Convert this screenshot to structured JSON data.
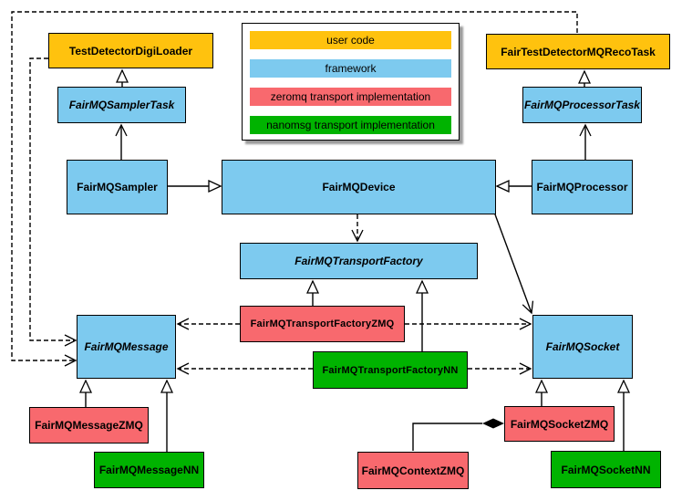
{
  "diagram_type": "uml-class-diagram",
  "palette": {
    "user_code": "#FFC20E",
    "framework": "#7DCAEF",
    "zeromq": "#F8696E",
    "nanomsg": "#00B300",
    "line": "#000000",
    "background": "#FFFFFF"
  },
  "legend": {
    "items": [
      {
        "label": "user code",
        "color": "#FFC20E",
        "category": "user-code"
      },
      {
        "label": "framework",
        "color": "#7DCAEF",
        "category": "framework"
      },
      {
        "label": "zeromq transport implementation",
        "color": "#F8696E",
        "category": "zeromq"
      },
      {
        "label": "nanomsg transport implementation",
        "color": "#00B300",
        "category": "nanomsg"
      }
    ]
  },
  "nodes": [
    {
      "id": "TestDetectorDigiLoader",
      "label": "TestDetectorDigiLoader",
      "category": "user-code",
      "abstract": false
    },
    {
      "id": "FairTestDetectorMQRecoTask",
      "label": "FairTestDetectorMQRecoTask",
      "category": "user-code",
      "abstract": false
    },
    {
      "id": "FairMQSamplerTask",
      "label": "FairMQSamplerTask",
      "category": "framework",
      "abstract": true
    },
    {
      "id": "FairMQProcessorTask",
      "label": "FairMQProcessorTask",
      "category": "framework",
      "abstract": true
    },
    {
      "id": "FairMQSampler",
      "label": "FairMQSampler",
      "category": "framework",
      "abstract": false
    },
    {
      "id": "FairMQDevice",
      "label": "FairMQDevice",
      "category": "framework",
      "abstract": false
    },
    {
      "id": "FairMQProcessor",
      "label": "FairMQProcessor",
      "category": "framework",
      "abstract": false
    },
    {
      "id": "FairMQTransportFactory",
      "label": "FairMQTransportFactory",
      "category": "framework",
      "abstract": true
    },
    {
      "id": "FairMQTransportFactoryZMQ",
      "label": "FairMQTransportFactoryZMQ",
      "category": "zeromq",
      "abstract": false
    },
    {
      "id": "FairMQTransportFactoryNN",
      "label": "FairMQTransportFactoryNN",
      "category": "nanomsg",
      "abstract": false
    },
    {
      "id": "FairMQMessage",
      "label": "FairMQMessage",
      "category": "framework",
      "abstract": true
    },
    {
      "id": "FairMQSocket",
      "label": "FairMQSocket",
      "category": "framework",
      "abstract": true
    },
    {
      "id": "FairMQMessageZMQ",
      "label": "FairMQMessageZMQ",
      "category": "zeromq",
      "abstract": false
    },
    {
      "id": "FairMQMessageNN",
      "label": "FairMQMessageNN",
      "category": "nanomsg",
      "abstract": false
    },
    {
      "id": "FairMQContextZMQ",
      "label": "FairMQContextZMQ",
      "category": "zeromq",
      "abstract": false
    },
    {
      "id": "FairMQSocketZMQ",
      "label": "FairMQSocketZMQ",
      "category": "zeromq",
      "abstract": false
    },
    {
      "id": "FairMQSocketNN",
      "label": "FairMQSocketNN",
      "category": "nanomsg",
      "abstract": false
    }
  ],
  "edges": [
    {
      "from": "FairMQSamplerTask",
      "to": "TestDetectorDigiLoader",
      "type": "inheritance"
    },
    {
      "from": "FairMQProcessorTask",
      "to": "FairTestDetectorMQRecoTask",
      "type": "inheritance"
    },
    {
      "from": "FairMQSampler",
      "to": "FairMQSamplerTask",
      "type": "open-arrow"
    },
    {
      "from": "FairMQProcessor",
      "to": "FairMQProcessorTask",
      "type": "open-arrow"
    },
    {
      "from": "FairMQSampler",
      "to": "FairMQDevice",
      "type": "inheritance"
    },
    {
      "from": "FairMQProcessor",
      "to": "FairMQDevice",
      "type": "inheritance"
    },
    {
      "from": "FairMQDevice",
      "to": "FairMQTransportFactory",
      "type": "dashed-dependency"
    },
    {
      "from": "FairMQDevice",
      "to": "FairMQSocket",
      "type": "open-arrow"
    },
    {
      "from": "FairMQTransportFactoryZMQ",
      "to": "FairMQTransportFactory",
      "type": "inheritance"
    },
    {
      "from": "FairMQTransportFactoryNN",
      "to": "FairMQTransportFactory",
      "type": "inheritance"
    },
    {
      "from": "FairMQTransportFactoryZMQ",
      "to": "FairMQMessage",
      "type": "dashed-dependency"
    },
    {
      "from": "FairMQTransportFactoryZMQ",
      "to": "FairMQSocket",
      "type": "dashed-dependency"
    },
    {
      "from": "FairMQTransportFactoryNN",
      "to": "FairMQMessage",
      "type": "dashed-dependency"
    },
    {
      "from": "FairMQTransportFactoryNN",
      "to": "FairMQSocket",
      "type": "dashed-dependency"
    },
    {
      "from": "FairMQMessageZMQ",
      "to": "FairMQMessage",
      "type": "inheritance"
    },
    {
      "from": "FairMQMessageNN",
      "to": "FairMQMessage",
      "type": "inheritance"
    },
    {
      "from": "FairMQSocketZMQ",
      "to": "FairMQSocket",
      "type": "inheritance"
    },
    {
      "from": "FairMQSocketNN",
      "to": "FairMQSocket",
      "type": "inheritance"
    },
    {
      "from": "TestDetectorDigiLoader",
      "to": "FairMQMessage",
      "type": "dashed-dependency"
    },
    {
      "from": "FairTestDetectorMQRecoTask",
      "to": "FairMQMessage",
      "type": "dashed-dependency"
    },
    {
      "from": "FairMQContextZMQ",
      "to": "FairMQSocketZMQ",
      "type": "composition"
    }
  ]
}
